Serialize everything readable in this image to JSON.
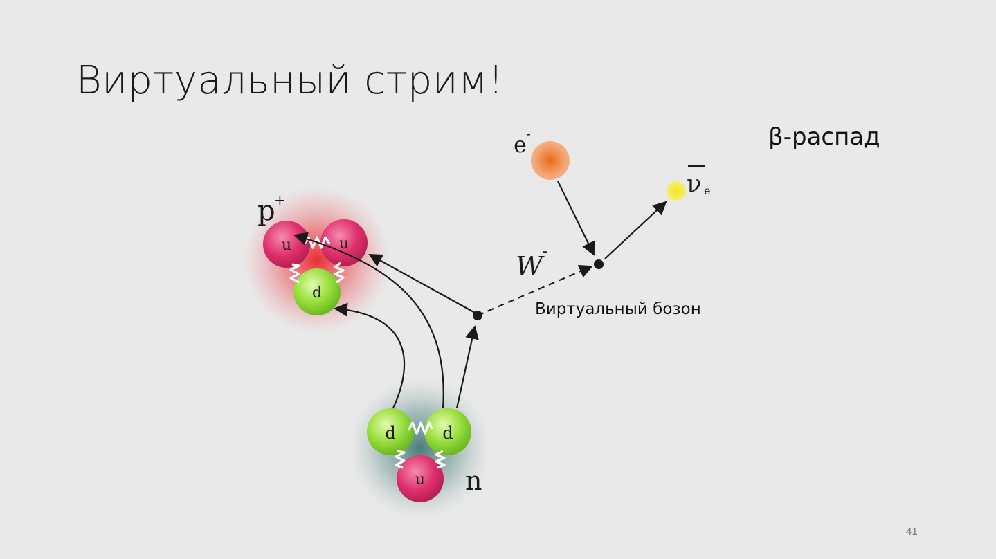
{
  "slide": {
    "title": "Виртуальный стрим!",
    "subtitle": "β-распад",
    "page_number": "41"
  },
  "diagram": {
    "proton_label": "p",
    "proton_charge": "+",
    "neutron_label": "n",
    "w_boson_label": "W",
    "w_boson_charge": "-",
    "virtual_boson_caption": "Виртуальный бозон",
    "electron_label": "e",
    "electron_charge": "-",
    "antineutrino_label": "ν",
    "antineutrino_sub": "e",
    "quarks": {
      "proton": [
        "u",
        "u",
        "d"
      ],
      "neutron": [
        "d",
        "d",
        "u"
      ]
    },
    "colors": {
      "up_quark": "#e0306e",
      "down_quark": "#9be040",
      "proton_glow": "#e8232a",
      "neutron_glow": "#2f6b66",
      "electron": "#ee7f3a",
      "antineutrino": "#f2e02a",
      "gluon": "#ffffff",
      "lines": "#1a1a1a"
    }
  }
}
